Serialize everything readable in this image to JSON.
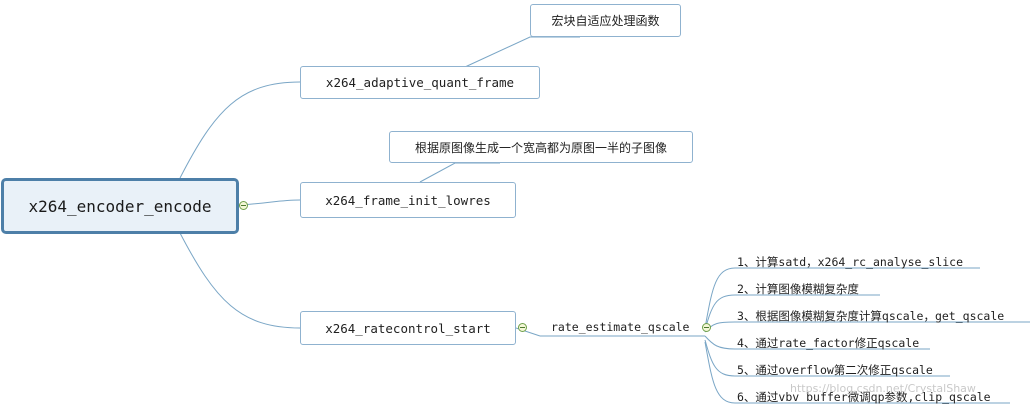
{
  "root": {
    "label": "x264_encoder_encode"
  },
  "children": [
    {
      "label": "x264_adaptive_quant_frame",
      "note": "宏块自适应处理函数"
    },
    {
      "label": "x264_frame_init_lowres",
      "note": "根据原图像生成一个宽高都为原图一半的子图像"
    },
    {
      "label": "x264_ratecontrol_start"
    }
  ],
  "subnode": {
    "label": "rate_estimate_qscale"
  },
  "leaves": [
    "1、计算satd，x264_rc_analyse_slice",
    "2、计算图像模糊复杂度",
    "3、根据图像模糊复杂度计算qscale，get_qscale",
    "4、通过rate_factor修正qscale",
    "5、通过overflow第二次修正qscale",
    "6、通过vbv buffer微调qp参数,clip_qscale"
  ],
  "watermark": "https://blog.csdn.net/CrystalShaw",
  "colors": {
    "link": "#7aa6c6",
    "root_border": "#4d7fa8",
    "node_border": "#8fb2cf",
    "collapse": "#6fa04a"
  }
}
